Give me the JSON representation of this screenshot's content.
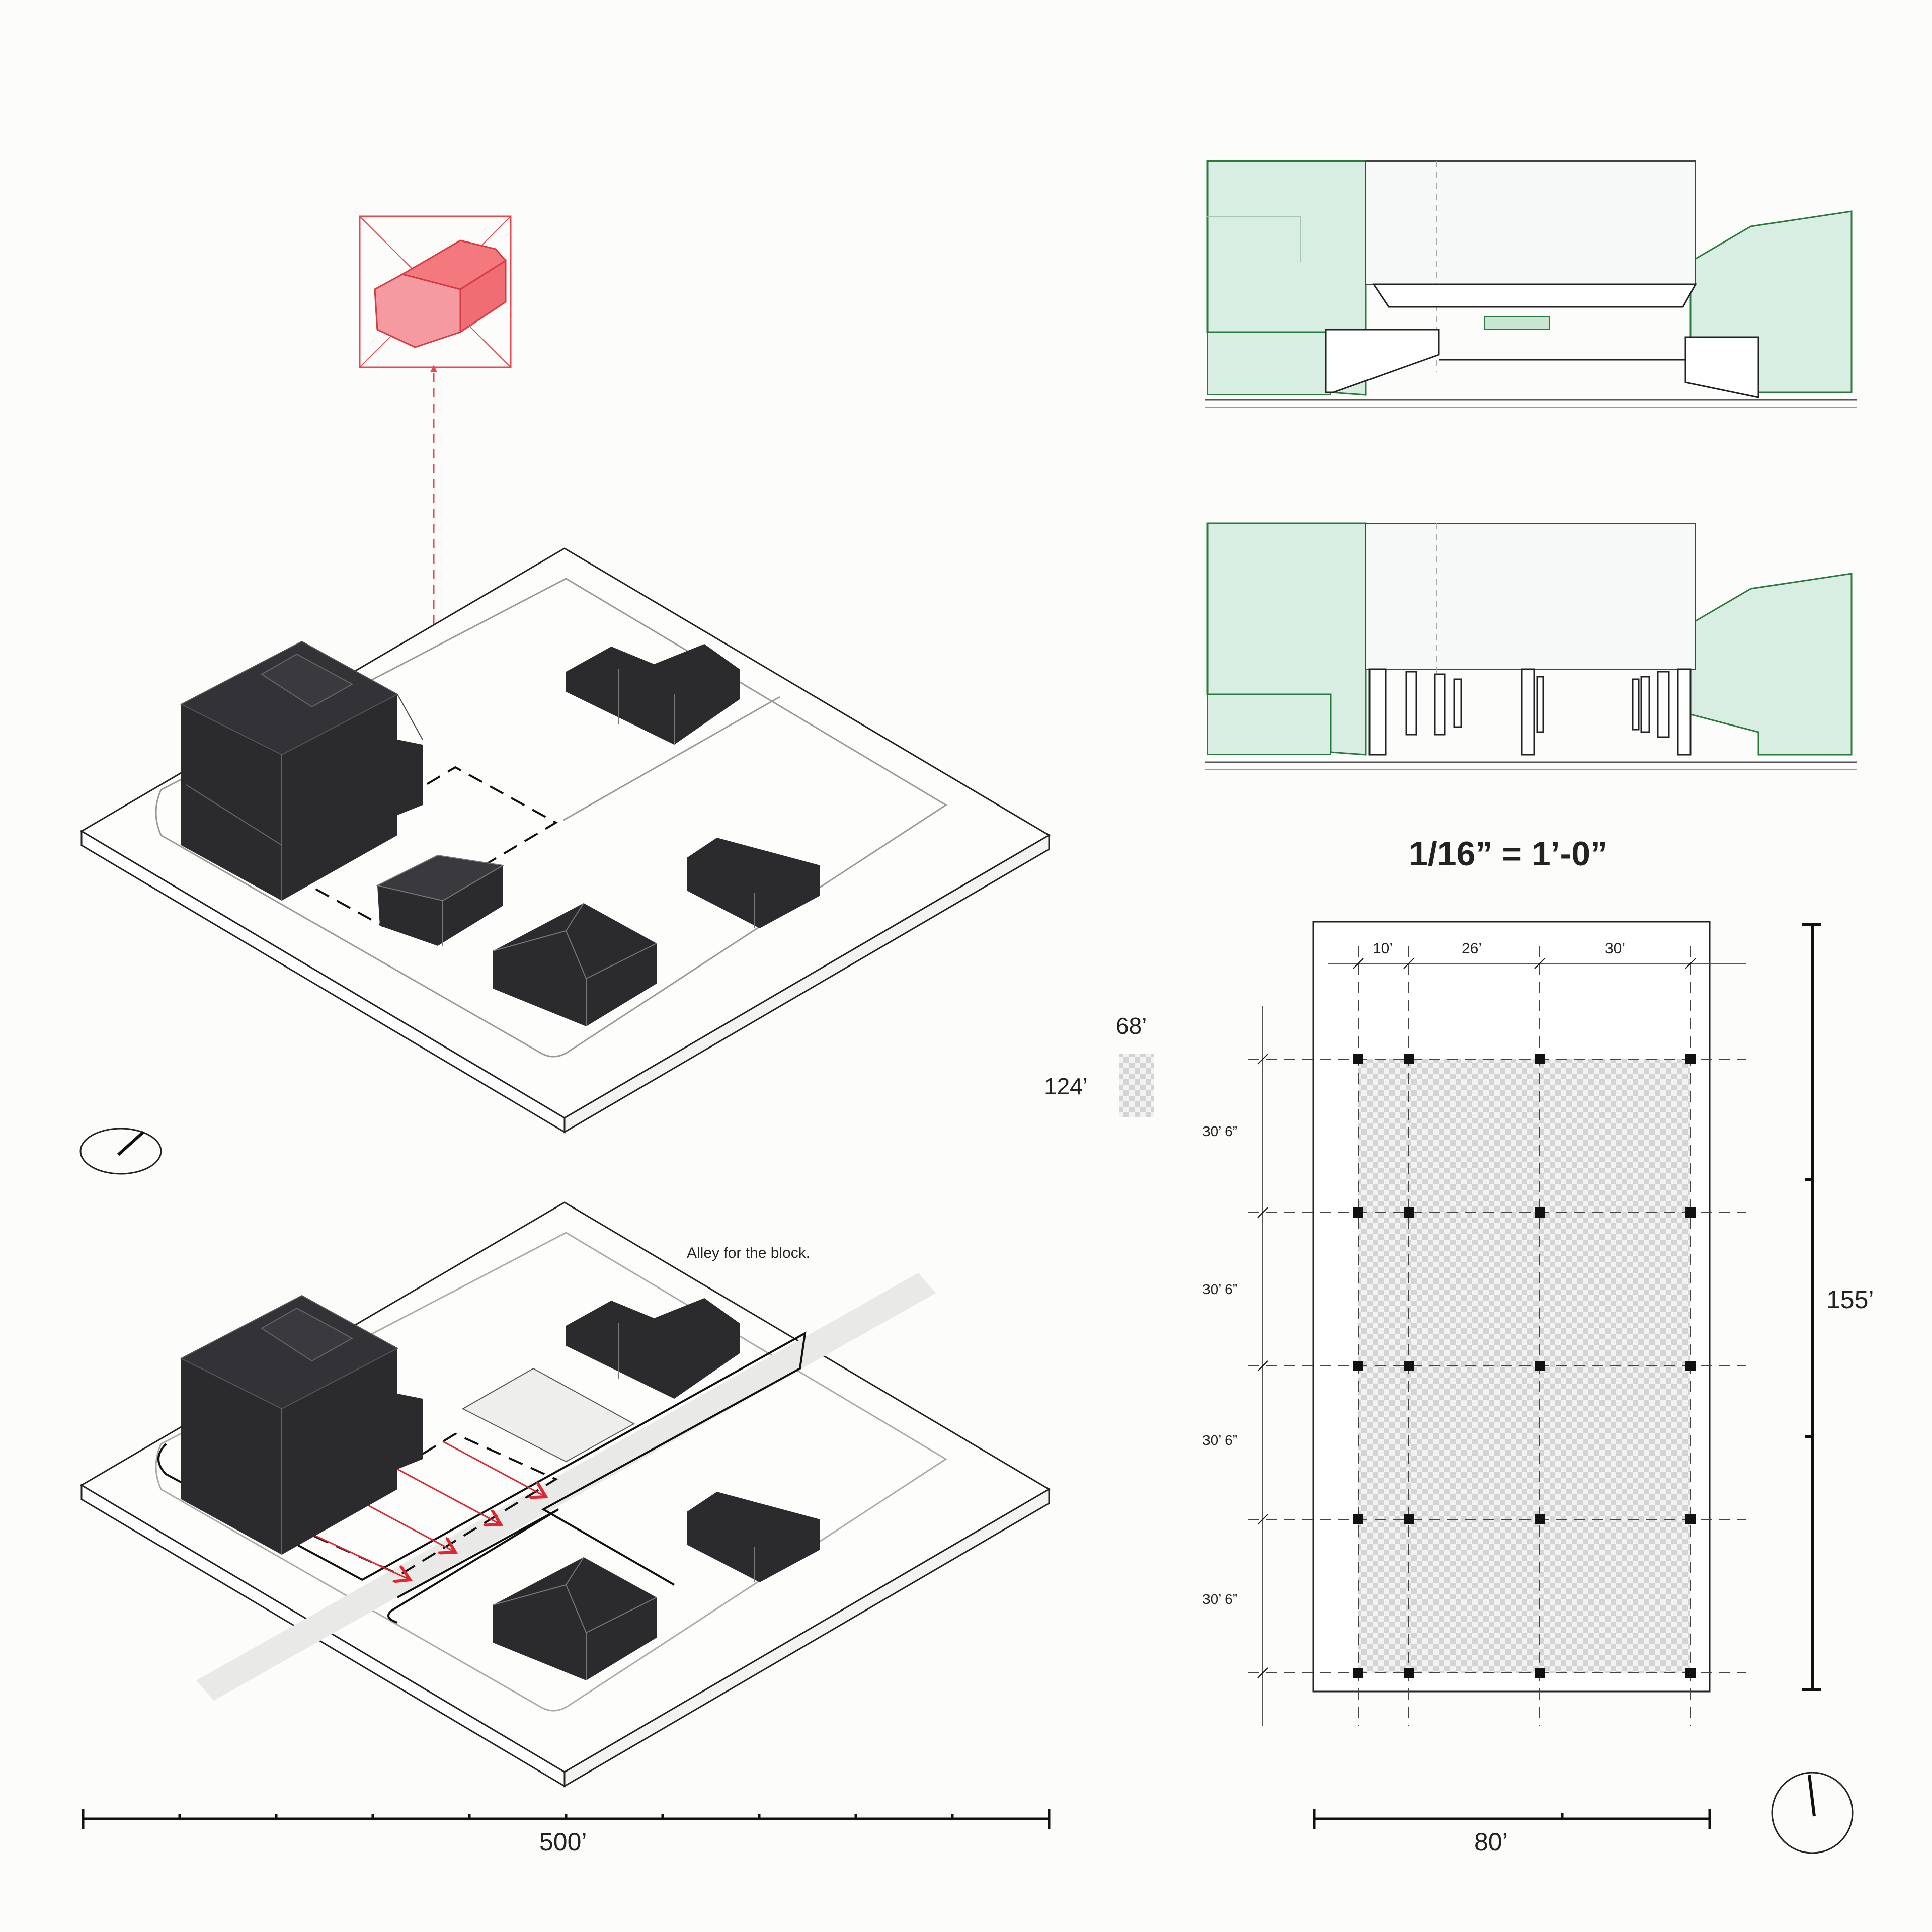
{
  "scale_note": "1/16” = 1’-0”",
  "site_scale": {
    "label": "500’"
  },
  "plan_scale": {
    "label": "80’"
  },
  "site_lot": {
    "width_label": "68’",
    "depth_label": "124’"
  },
  "alley_label": "Alley for the block.",
  "plan": {
    "bay_widths": [
      "10’",
      "26’",
      "30’"
    ],
    "bay_depths": [
      "30’ 6”",
      "30’ 6”",
      "30’ 6”",
      "30’ 6”"
    ],
    "total_depth": "155’"
  },
  "colors": {
    "demolition": "#e8474f",
    "building": "#2b2a2d",
    "vegetation": "#d9eee3",
    "vegetation_line": "#2a7a3e",
    "hatch": "#d2d2d2"
  },
  "icons": {
    "north_arrow": "north-arrow-icon"
  }
}
